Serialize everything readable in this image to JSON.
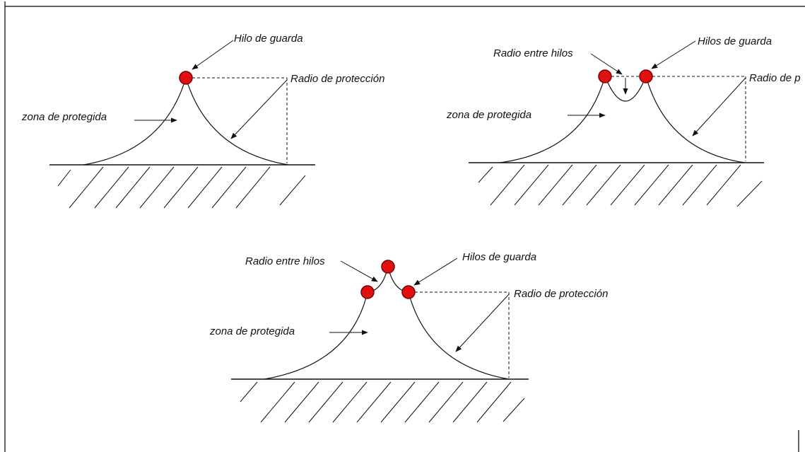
{
  "colors": {
    "line": "#111111",
    "wire_fill": "#e01010",
    "wire_stroke": "#7a0000",
    "frame": "#000000"
  },
  "diagram_1": {
    "label_wire": "Hilo de guarda",
    "label_radius": "Radio de protección",
    "label_zone": "zona de protegida"
  },
  "diagram_2": {
    "label_between": "Radio entre hilos",
    "label_wires": "Hilos de guarda",
    "label_radius": "Radio de p",
    "label_zone": "zona de protegida"
  },
  "diagram_3": {
    "label_between": "Radio entre hilos",
    "label_wires": "Hilos de guarda",
    "label_radius": "Radio de protección",
    "label_zone": "zona de protegida"
  }
}
